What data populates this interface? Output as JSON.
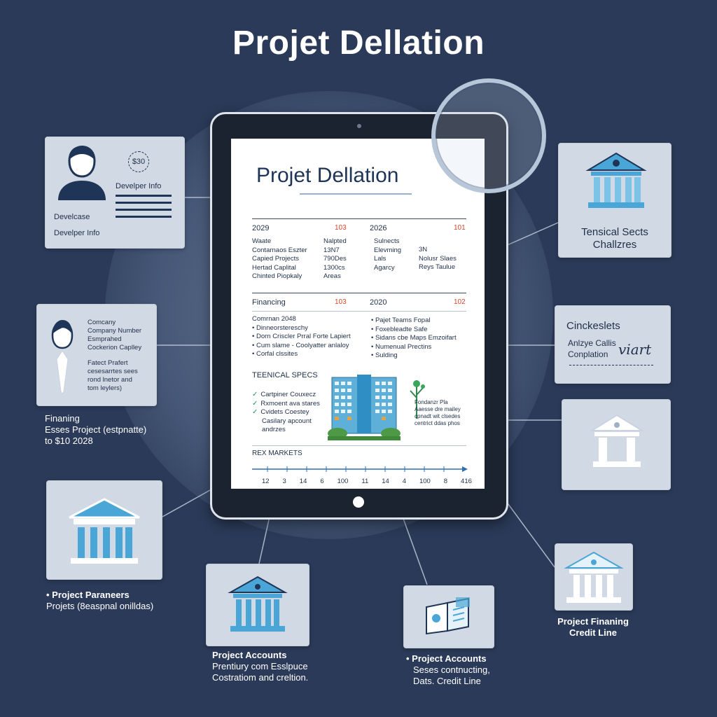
{
  "title": "Projet Dellation",
  "tablet": {
    "doc_title": "Projet Dellation",
    "section1": {
      "year_left": "2029",
      "num_left": "103",
      "year_right": "2026",
      "num_right": "101",
      "left_col_a": [
        "Waate",
        "Contarnaos Eszter",
        "Capied Projects",
        "Hertad Caplital",
        "Chinted Piopkaly"
      ],
      "left_col_b": [
        "Nalpted",
        "13N7",
        "790Des",
        "1300cs",
        "Areas"
      ],
      "right_col_a": [
        "Sulnects",
        "Elevming",
        "Lals",
        "Agarcy"
      ],
      "right_col_b": [
        "3N",
        "Nolusr Slaes",
        "Reys Taulue"
      ]
    },
    "financing": {
      "label": "Financing",
      "num_left": "103",
      "year": "2020",
      "num_right": "102",
      "left_items": [
        "Comrnan 2048",
        "• Dinneorstereschy",
        "• Dorn Criscler Prral Forte Lapiert",
        "• Cum slame - Coolyatter anlaloy",
        "• Corfal clssites"
      ],
      "right_items": [
        "• Pajet Teams Fopal",
        "• Foxebleadte Safe",
        "• Sidans cbe Maps Emzoifart",
        "• Numenual Prectins",
        "• Sulding"
      ]
    },
    "specs": {
      "label": "TEENICAL SPECS",
      "items": [
        "Cartpiner Couxecz",
        "Rxmoent ava stares",
        "Cvidets Coestey"
      ],
      "extra": [
        "Casilary apcount",
        "andrzes"
      ],
      "note": [
        "Fondanzr Pla",
        "Aaesse dre mailey",
        "cpnadt wit clsedes",
        "centrict ddas phos"
      ]
    },
    "risk": {
      "label": "REX MARKETS",
      "ticks": [
        "12",
        "3",
        "14",
        "6",
        "100",
        "11",
        "14",
        "4",
        "100",
        "8",
        "416"
      ]
    }
  },
  "cards": {
    "developer": {
      "badge": "$30",
      "info_label": "Develper Info",
      "line1": "Develcase",
      "line2": "Develper Info"
    },
    "technical": {
      "line1": "Tensical Sects",
      "line2": "Challzres"
    },
    "checklist": {
      "line1": "Cinckeslets",
      "line2": "Anlzye Callis",
      "line3": "Conplation",
      "handwriting": "viart"
    },
    "company": {
      "lines": [
        "Comcany",
        "Company Number",
        "Esmprahed",
        "Cockerion Caplley"
      ],
      "lines2": [
        "Fatect Prafert",
        "cesesarrtes sees",
        "rond lnetor and",
        "tom leylers)"
      ]
    }
  },
  "captions": {
    "financing": {
      "title": "Finaning",
      "line1": "Esses Project (estpnatte)",
      "line2": "to $10 2028"
    },
    "parameters": {
      "title": "• Project Paraneers",
      "line1": "Projets (8easpnal onilldas)"
    },
    "accounts_center": {
      "title": "Project Accounts",
      "line1": "Prentiury com Esslpuce",
      "line2": "Costratiom and creltion."
    },
    "accounts_right": {
      "title": "• Project Accounts",
      "line1": "Seses contnucting,",
      "line2": "Dats. Credit Line"
    },
    "credit": {
      "line1": "Project Finaning",
      "line2": "Credit Line"
    }
  },
  "colors": {
    "background": "#2b3a58",
    "card": "#d1d9e4",
    "icon_blue": "#4aa6d6",
    "accent_red": "#d9452b",
    "text_dark": "#1f2f49"
  },
  "icons": [
    "person-icon",
    "bank-icon",
    "book-icon",
    "building-illustration",
    "check-icon",
    "magnifier-lens"
  ]
}
